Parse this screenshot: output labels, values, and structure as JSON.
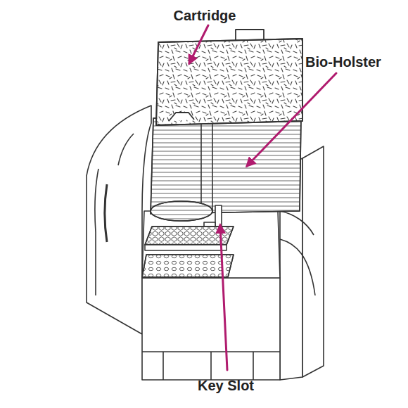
{
  "diagram": {
    "labels": [
      "Cartridge",
      "Bio-Holster",
      "Key Slot"
    ]
  }
}
